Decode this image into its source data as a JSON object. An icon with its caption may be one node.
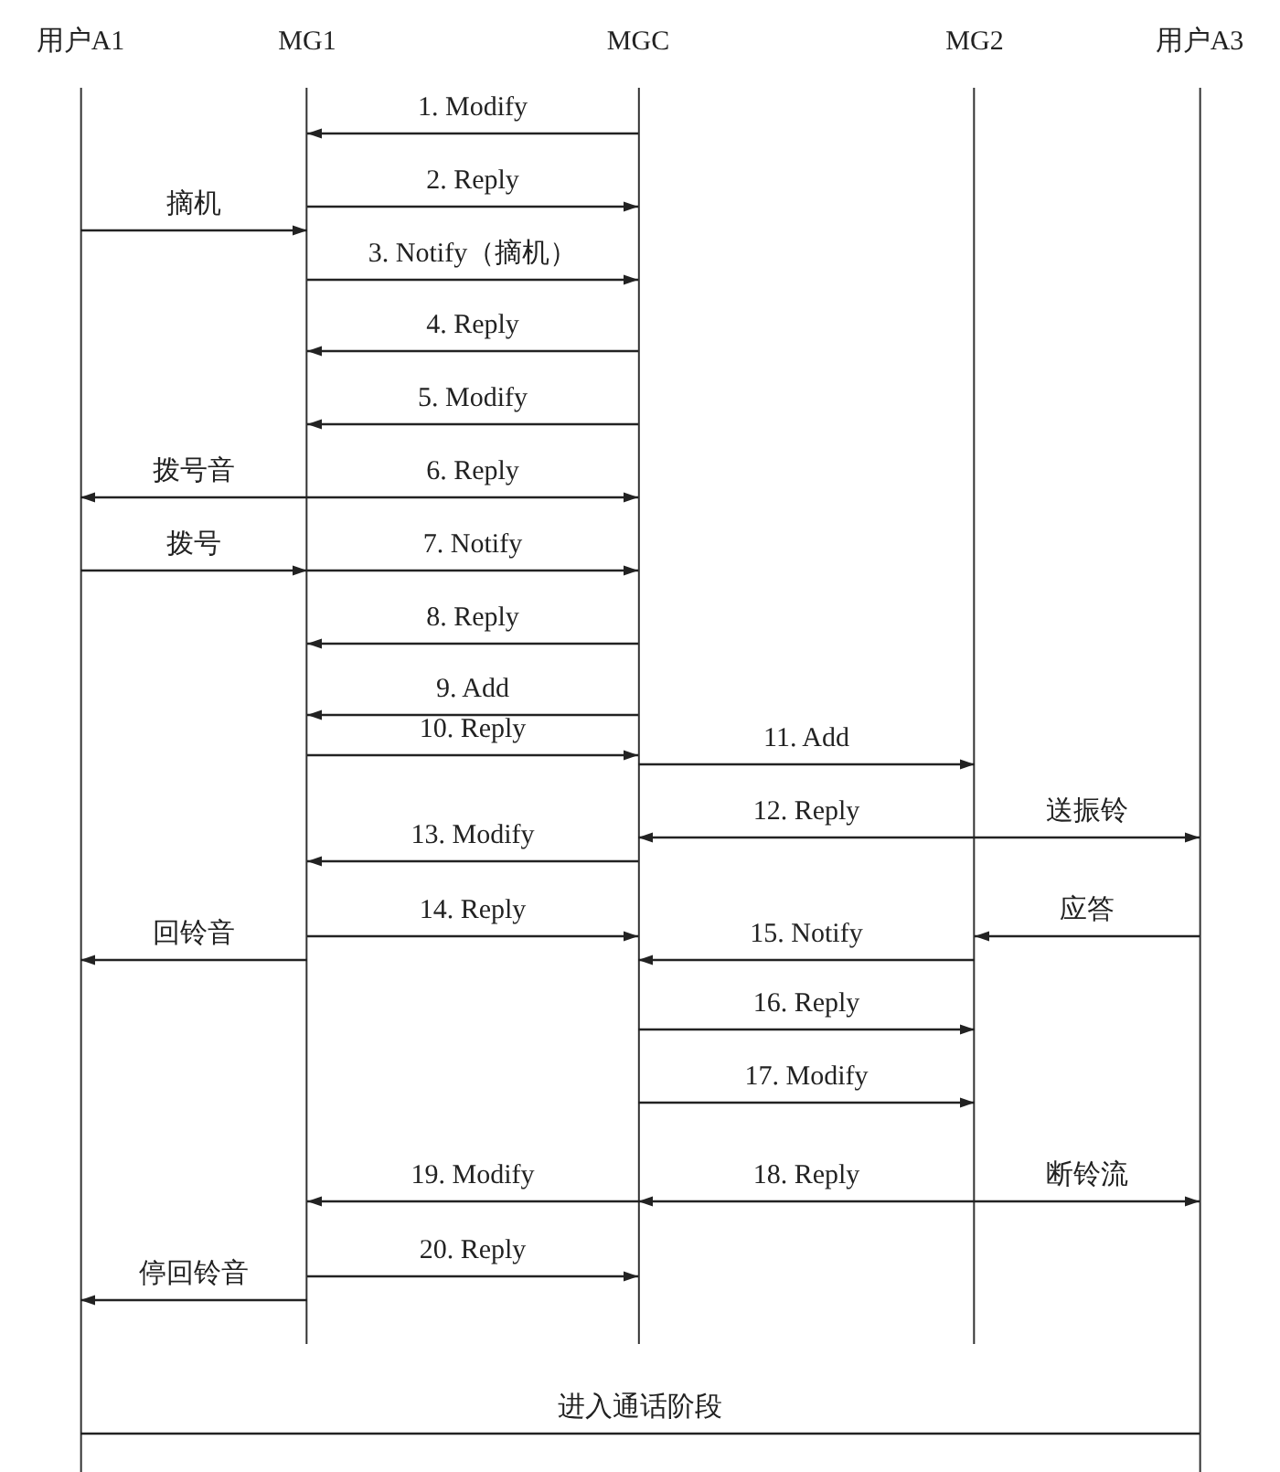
{
  "diagram": {
    "nodes": [
      {
        "text": [
          "用户A1"
        ]
      },
      {
        "text": [
          "MG1"
        ]
      },
      {
        "text": [
          "MGC"
        ]
      },
      {
        "text": [
          "MG2"
        ]
      },
      {
        "text": [
          "用户A3"
        ]
      }
    ],
    "edges": [
      {
        "from": 2,
        "to": 1,
        "arrow": "to",
        "label": "1. Modify"
      },
      {
        "from": 1,
        "to": 2,
        "arrow": "to",
        "label": "2. Reply"
      },
      {
        "from": 0,
        "to": 1,
        "arrow": "to",
        "label": "摘机"
      },
      {
        "from": 1,
        "to": 2,
        "arrow": "to",
        "label": "3. Notify（摘机）"
      },
      {
        "from": 2,
        "to": 1,
        "arrow": "to",
        "label": "4. Reply"
      },
      {
        "from": 2,
        "to": 1,
        "arrow": "to",
        "label": "5. Modify"
      },
      {
        "from": 1,
        "to": 0,
        "arrow": "to",
        "label": "拨号音"
      },
      {
        "from": 1,
        "to": 2,
        "arrow": "to",
        "label": "6. Reply"
      },
      {
        "from": 0,
        "to": 1,
        "arrow": "to",
        "label": "拨号"
      },
      {
        "from": 1,
        "to": 2,
        "arrow": "to",
        "label": "7. Notify"
      },
      {
        "from": 2,
        "to": 1,
        "arrow": "to",
        "label": "8. Reply"
      },
      {
        "from": 2,
        "to": 1,
        "arrow": "to",
        "label": "9. Add"
      },
      {
        "from": 1,
        "to": 2,
        "arrow": "to",
        "label": "10. Reply"
      },
      {
        "from": 2,
        "to": 3,
        "arrow": "to",
        "label": "11. Add"
      },
      {
        "from": 3,
        "to": 2,
        "arrow": "to",
        "label": "12. Reply"
      },
      {
        "from": 3,
        "to": 4,
        "arrow": "to",
        "label": "送振铃"
      },
      {
        "from": 2,
        "to": 1,
        "arrow": "to",
        "label": "13. Modify"
      },
      {
        "from": 1,
        "to": 2,
        "arrow": "to",
        "label": "14. Reply"
      },
      {
        "from": 4,
        "to": 3,
        "arrow": "to",
        "label": "应答"
      },
      {
        "from": 1,
        "to": 0,
        "arrow": "to",
        "label": "回铃音"
      },
      {
        "from": 3,
        "to": 2,
        "arrow": "to",
        "label": "15. Notify"
      },
      {
        "from": 2,
        "to": 3,
        "arrow": "to",
        "label": "16. Reply"
      },
      {
        "from": 2,
        "to": 3,
        "arrow": "to",
        "label": "17. Modify"
      },
      {
        "from": 2,
        "to": 1,
        "arrow": "to",
        "label": "19. Modify"
      },
      {
        "from": 3,
        "to": 2,
        "arrow": "to",
        "label": "18. Reply"
      },
      {
        "from": 3,
        "to": 4,
        "arrow": "to",
        "label": "断铃流"
      },
      {
        "from": 1,
        "to": 2,
        "arrow": "to",
        "label": "20. Reply"
      },
      {
        "from": 1,
        "to": 0,
        "arrow": "to",
        "label": "停回铃音"
      },
      {
        "from": 0,
        "to": 4,
        "arrow": "none",
        "label": "进入通话阶段"
      }
    ]
  }
}
